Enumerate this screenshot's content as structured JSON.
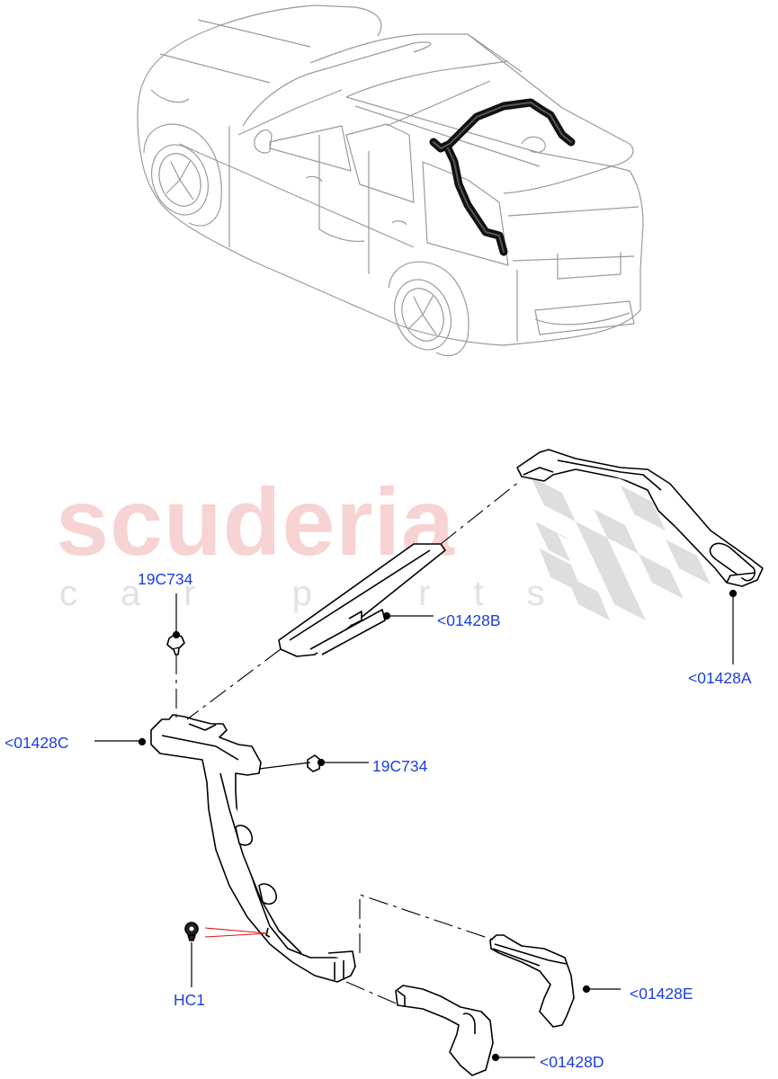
{
  "watermark": {
    "brand": "scuderia",
    "tagline": "car parts",
    "brand_color": "#f7d3d3",
    "checker_color": "#dedede"
  },
  "diagram": {
    "overview": "vehicle-iso-view-with-highlighted-rear-air-duct",
    "highlight_color": "#000000",
    "line_color": "#9a9a9a",
    "label_color": "#1a3ee6",
    "leader_color": "#000000",
    "red_indicator_color": "#e01010"
  },
  "callouts": [
    {
      "id": "19C734-top",
      "text": "19C734",
      "part": "clip"
    },
    {
      "id": "01428B",
      "text": "<01428B",
      "part": "duct-center-section"
    },
    {
      "id": "01428A",
      "text": "<01428A",
      "part": "duct-roof-rear"
    },
    {
      "id": "01428C",
      "text": "<01428C",
      "part": "duct-front-connector"
    },
    {
      "id": "19C734-mid",
      "text": "19C734",
      "part": "clip"
    },
    {
      "id": "HC1",
      "text": "HC1",
      "part": "nut"
    },
    {
      "id": "01428E",
      "text": "<01428E",
      "part": "outlet-upper"
    },
    {
      "id": "01428D",
      "text": "<01428D",
      "part": "outlet-lower"
    }
  ]
}
